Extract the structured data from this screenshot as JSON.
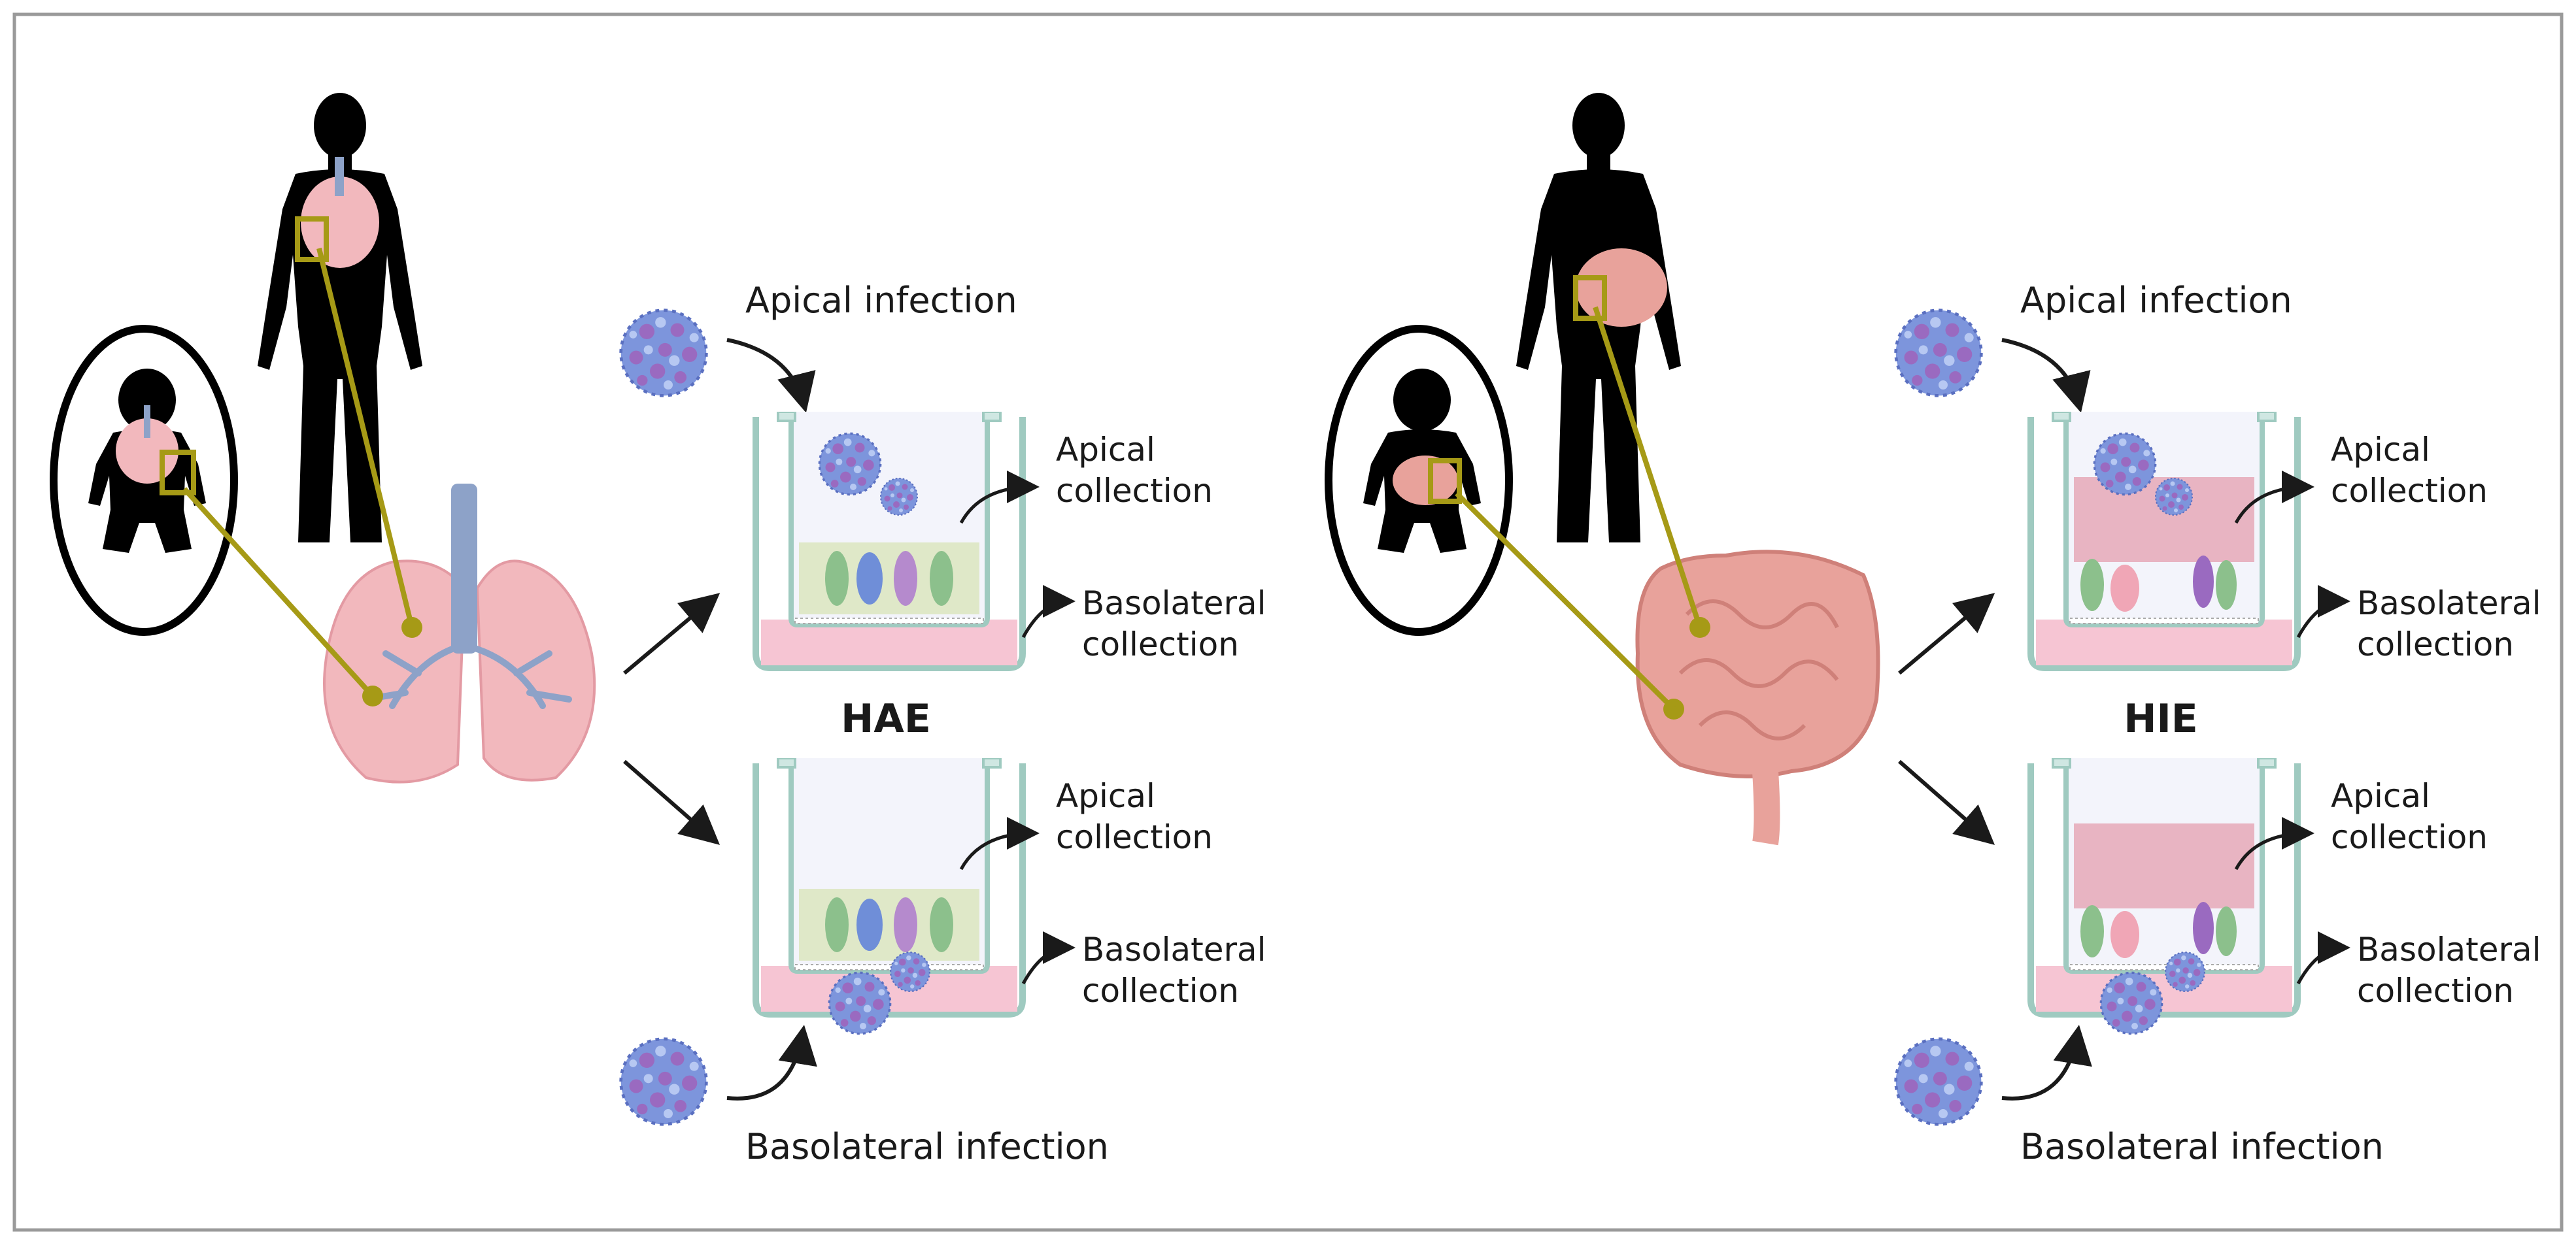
{
  "colors": {
    "frame": "#9a9a9a",
    "silhouette": "#000000",
    "lung_pink": "#f2b8bd",
    "airway_blue": "#8da2c8",
    "intestine_pink": "#e8a29b",
    "connector_olive": "#a69a16",
    "well_green": "#cfe7e2",
    "medium_pink": "#f6c5d3",
    "apical_lavender": "#eceef8",
    "virus_blue": "#6f8ed8",
    "virus_purple": "#8c5fb3",
    "arrow": "#1a1a1a"
  },
  "panels": [
    {
      "id": "airway",
      "organ": "lungs",
      "model_label": "HAE",
      "apical_infection": "Apical infection",
      "basolateral_infection": "Basolateral infection",
      "apical_collection": [
        "Apical",
        "collection"
      ],
      "basolateral_collection": [
        "Basolateral",
        "collection"
      ]
    },
    {
      "id": "intestine",
      "organ": "intestine",
      "model_label": "HIE",
      "apical_infection": "Apical infection",
      "basolateral_infection": "Basolateral infection",
      "apical_collection": [
        "Apical",
        "collection"
      ],
      "basolateral_collection": [
        "Basolateral",
        "collection"
      ]
    }
  ]
}
